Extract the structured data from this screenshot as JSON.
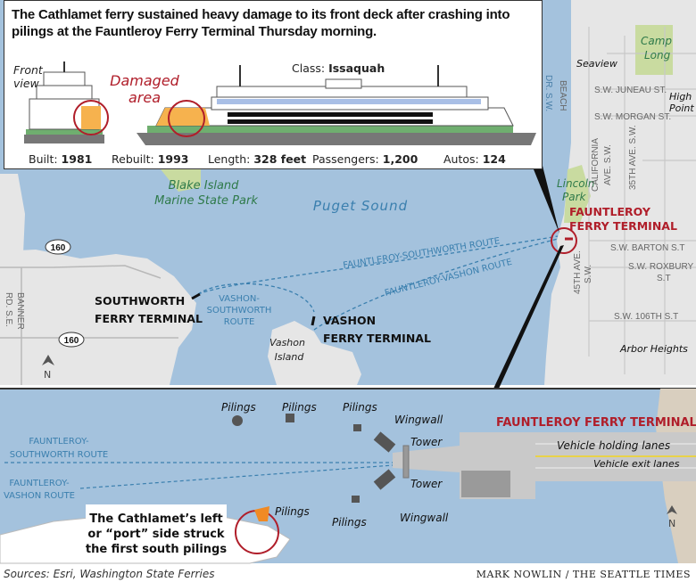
{
  "headline": "The Cathlamet ferry sustained heavy damage to its front deck after crashing into pilings at the Fauntleroy Ferry Terminal Thursday morning.",
  "ferry": {
    "front_view_label": "Front view",
    "damaged_area_label": "Damaged area",
    "class_label": "Class:",
    "class_value": "Issaquah",
    "specs": [
      {
        "label": "Built:",
        "value": "1981"
      },
      {
        "label": "Rebuilt:",
        "value": "1993"
      },
      {
        "label": "Length:",
        "value": "328 feet"
      },
      {
        "label": "Passengers:",
        "value": "1,200"
      },
      {
        "label": "Autos:",
        "value": "124"
      }
    ]
  },
  "overview_map": {
    "places": {
      "blake_island": "Blake Island",
      "blake_island_2": "Marine State Park",
      "puget_sound": "Puget Sound",
      "lincoln_park": "Lincoln",
      "lincoln_park_2": "Park",
      "camp_long": "Camp",
      "camp_long_2": "Long",
      "seaview": "Seaview",
      "high_point": "High",
      "high_point_2": "Point",
      "arbor_heights": "Arbor Heights",
      "vashon_island": "Vashon",
      "vashon_island_2": "Island"
    },
    "terminals": {
      "fauntleroy_1": "FAUNTLEROY",
      "fauntleroy_2": "FERRY TERMINAL",
      "southworth_1": "SOUTHWORTH",
      "southworth_2": "FERRY TERMINAL",
      "vashon_1": "VASHON",
      "vashon_2": "FERRY TERMINAL"
    },
    "routes": {
      "fauntleroy_southworth": "FAUNTLEROY-SOUTHWORTH ROUTE",
      "fauntleroy_vashon": "FAUNTLEROY-VASHON ROUTE",
      "vashon_southworth_1": "VASHON-",
      "vashon_southworth_2": "SOUTHWORTH",
      "vashon_southworth_3": "ROUTE"
    },
    "streets": {
      "juneau": "S.W. JUNEAU ST.",
      "morgan": "S.W. MORGAN ST.",
      "barton": "S.W. BARTON S.T",
      "roxbury": "S.W. ROXBURY",
      "roxbury_2": "S.T",
      "sw106": "S.W. 106TH S.T",
      "california": "CALIFORNIA",
      "california_2": "AVE. S.W.",
      "ave35": "35TH AVE. S.W.",
      "ave45": "45TH AVE.",
      "ave45_2": "S.W.",
      "beach": "BEACH",
      "beach_2": "DR. S.W.",
      "banner": "BANNER",
      "banner_2": "RD. S.E.",
      "highway": "160"
    },
    "north": "N"
  },
  "detail_map": {
    "title": "FAUNTLEROY FERRY TERMINAL",
    "pilings": "Pilings",
    "wingwall": "Wingwall",
    "tower": "Tower",
    "holding_lanes": "Vehicle holding lanes",
    "exit_lanes": "Vehicle exit lanes",
    "route_southworth_1": "FAUNTLEROY-",
    "route_southworth_2": "SOUTHWORTH ROUTE",
    "route_vashon_1": "FAUNTLEROY-",
    "route_vashon_2": "VASHON ROUTE",
    "annotation_1": "The Cathlamet’s left",
    "annotation_2": "or “port” side struck",
    "annotation_3": "the first south pilings",
    "north": "N"
  },
  "footer": {
    "sources": "Sources: Esri,  Washington State Ferries",
    "credit": "MARK NOWLIN / THE SEATTLE TIMES"
  },
  "colors": {
    "water": "#a4c2dd",
    "land": "#e6e6e6",
    "park": "#c9dba0",
    "accent_red": "#b01e2a",
    "route_blue": "#3a7fae",
    "damage_orange": "#f6b24e"
  }
}
